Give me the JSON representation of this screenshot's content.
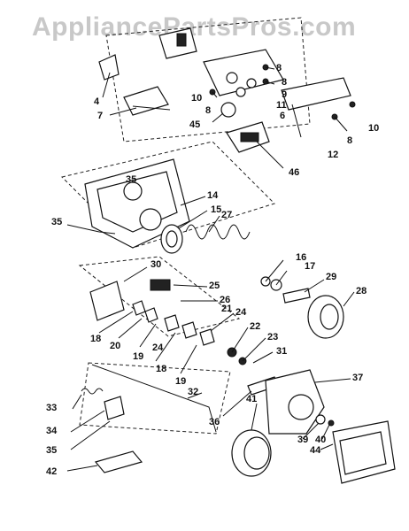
{
  "watermark": "AppliancePartsPros.com",
  "labels": {
    "l4": "4",
    "l7": "7",
    "l8a": "8",
    "l8b": "8",
    "l8c": "8",
    "l8d": "8",
    "l9": "9",
    "l10a": "10",
    "l10b": "10",
    "l11": "11",
    "l6": "6",
    "l45": "45",
    "l12": "12",
    "l46": "46",
    "l14": "14",
    "l35a": "35",
    "l15": "15",
    "l27": "27",
    "l35b": "35",
    "l16": "16",
    "l17": "17",
    "l30": "30",
    "l29": "29",
    "l25": "25",
    "l28": "28",
    "l26": "26",
    "l21": "21",
    "l24a": "24",
    "l18a": "18",
    "l20": "20",
    "l19a": "19",
    "l24b": "24",
    "l18b": "18",
    "l22": "22",
    "l23": "23",
    "l31": "31",
    "l19b": "19",
    "l37": "37",
    "l32": "32",
    "l36": "36",
    "l33": "33",
    "l34": "34",
    "l41": "41",
    "l39": "39",
    "l40": "40",
    "l35c": "35",
    "l44": "44",
    "l42": "42"
  }
}
